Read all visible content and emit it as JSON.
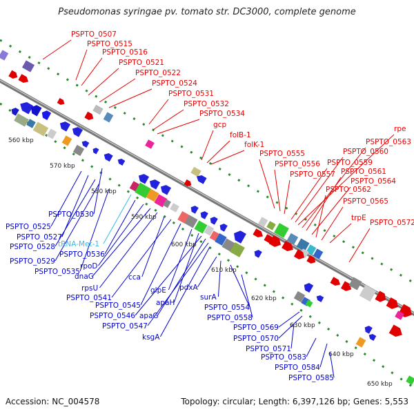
{
  "title": "Pseudomonas syringae pv. tomato str. DC3000, complete genome",
  "footer": {
    "accession": "Accession: NC_004578",
    "topology": "Topology: circular; Length: 6,397,126 bp; Genes: 5,553"
  },
  "colors": {
    "forward_label": "#e60000",
    "reverse_label": "#0000cc",
    "trna_label": "#33bbee",
    "backbone": "#808080",
    "scale_dots": "#2a8a2a"
  },
  "kbp_ticks": [
    "560 kbp",
    "570 kbp",
    "580 kbp",
    "590 kbp",
    "600 kbp",
    "610 kbp",
    "620 kbp",
    "630 kbp",
    "640 kbp",
    "650 kbp"
  ],
  "top_labels": [
    "PSPTO_0507",
    "PSPTO_0515",
    "PSPTO_0516",
    "PSPTO_0521",
    "PSPTO_0522",
    "PSPTO_0524",
    "PSPTO_0531",
    "PSPTO_0532",
    "PSPTO_0534",
    "gcp",
    "folB-1",
    "folK-1",
    "PSPTO_0555",
    "PSPTO_0556",
    "PSPTO_0557",
    "PSPTO_0559",
    "PSPTO_0560",
    "rpe",
    "PSPTO_0563",
    "PSPTO_0561",
    "PSPTO_0564",
    "PSPTO_0562",
    "PSPTO_0565",
    "trpE",
    "PSPTO_0572"
  ],
  "bottom_labels": [
    "PSPTO_0530",
    "PSPTO_0525",
    "PSPTO_0527",
    "PSPTO_0528",
    "PSPTO_0529",
    "PSPTO_0535",
    "tRNA-Met-1",
    "PSPTO_0536",
    "rpoD",
    "dnaG",
    "rpsU",
    "cca",
    "PSPTO_0541",
    "PSPTO_0545",
    "glpE",
    "apaH",
    "PSPTO_0546",
    "apaG",
    "PSPTO_0547",
    "ksgA",
    "pdxA",
    "surA",
    "PSPTO_0554",
    "PSPTO_0558",
    "PSPTO_0569",
    "PSPTO_0570",
    "PSPTO_0571",
    "PSPTO_0583",
    "PSPTO_0584",
    "PSPTO_0585"
  ]
}
